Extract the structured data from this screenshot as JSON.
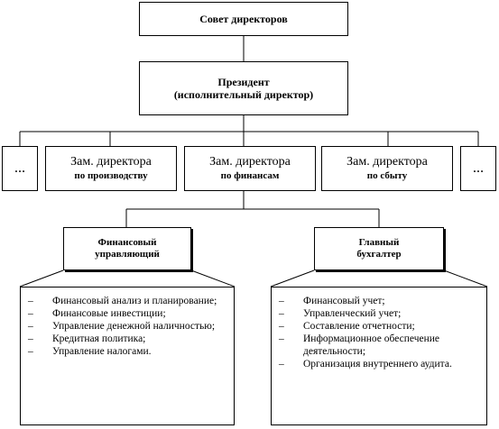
{
  "board": "Совет директоров",
  "president": {
    "line1": "Президент",
    "line2": "(исполнительный директор)"
  },
  "ellipsis": "…",
  "deputies": [
    {
      "title": "Зам. директора",
      "area": "по производству"
    },
    {
      "title": "Зам. директора",
      "area": "по финансам"
    },
    {
      "title": "Зам. директора",
      "area": "по сбыту"
    }
  ],
  "finance_manager": {
    "line1": "Финансовый",
    "line2": "управляющий"
  },
  "chief_accountant": {
    "line1": "Главный",
    "line2": "бухгалтер"
  },
  "finance_manager_duties": [
    "Финансовый анализ и планирование;",
    "Финансовые инвестиции;",
    "Управление денежной наличностью;",
    "Кредитная политика;",
    "Управление налогами."
  ],
  "chief_accountant_duties": [
    "Финансовый учет;",
    "Управленческий учет;",
    "Составление отчетности;",
    "Информационное обеспечение деятельности;",
    "Организация внутреннего аудита."
  ]
}
